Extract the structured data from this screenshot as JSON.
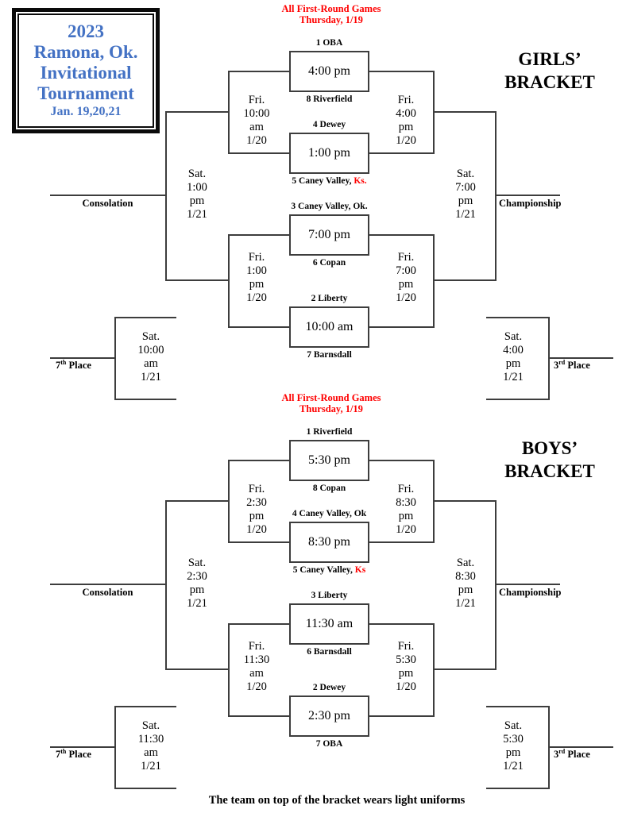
{
  "title_box": {
    "year": "2023",
    "city": "Ramona, Ok.",
    "line2": "Invitational",
    "line3": "Tournament",
    "dates": "Jan. 19,20,21"
  },
  "page": {
    "footer": "The team on top of the bracket wears light uniforms"
  },
  "colors": {
    "accent_blue": "#4472c4",
    "alert_red": "#ff0000",
    "line_gray": "#3d3d3d"
  },
  "girls": {
    "note": "All First-Round Games\nThursday, 1/19",
    "title": "GIRLS’\nBRACKET",
    "games": [
      {
        "top": "1 OBA",
        "time": "4:00 pm",
        "bottom": "8 Riverfield",
        "bottom_red": ""
      },
      {
        "top": "4 Dewey",
        "time": "1:00 pm",
        "bottom": "5 Caney Valley, ",
        "bottom_red": "Ks."
      },
      {
        "top": "3 Caney Valley, Ok.",
        "time": "7:00 pm",
        "bottom": "6 Copan",
        "bottom_red": ""
      },
      {
        "top": "2 Liberty",
        "time": "10:00 am",
        "bottom": "7 Barnsdall",
        "bottom_red": ""
      }
    ],
    "fri_left_top": "Fri.\n10:00\nam\n1/20",
    "fri_left_bottom": "Fri.\n1:00\npm\n1/20",
    "fri_right_top": "Fri.\n4:00\npm\n1/20",
    "fri_right_bottom": "Fri.\n7:00\npm\n1/20",
    "sat_consolation": "Sat.\n1:00\npm\n1/21",
    "sat_championship": "Sat.\n7:00\npm\n1/21",
    "sat_seventh": "Sat.\n10:00\nam\n1/21",
    "sat_third": "Sat.\n4:00\npm\n1/21",
    "consolation_label": "Consolation",
    "championship_label": "Championship",
    "seventh_label": {
      "num": "7",
      "sup": "th",
      "rest": " Place"
    },
    "third_label": {
      "num": "3",
      "sup": "rd",
      "rest": " Place"
    }
  },
  "boys": {
    "note": "All First-Round Games\nThursday, 1/19",
    "title": "BOYS’\nBRACKET",
    "games": [
      {
        "top": "1 Riverfield",
        "time": "5:30 pm",
        "bottom": "8 Copan",
        "bottom_red": ""
      },
      {
        "top": "4 Caney Valley, Ok",
        "time": "8:30 pm",
        "bottom": "5 Caney Valley, ",
        "bottom_red": "Ks"
      },
      {
        "top": "3 Liberty",
        "time": "11:30 am",
        "bottom": "6 Barnsdall",
        "bottom_red": ""
      },
      {
        "top": "2 Dewey",
        "time": "2:30 pm",
        "bottom": "7 OBA",
        "bottom_red": ""
      }
    ],
    "fri_left_top": "Fri.\n2:30\npm\n1/20",
    "fri_left_bottom": "Fri.\n11:30\nam\n1/20",
    "fri_right_top": "Fri.\n8:30\npm\n1/20",
    "fri_right_bottom": "Fri.\n5:30\npm\n1/20",
    "sat_consolation": "Sat.\n2:30\npm\n1/21",
    "sat_championship": "Sat.\n8:30\npm\n1/21",
    "sat_seventh": "Sat.\n11:30\nam\n1/21",
    "sat_third": "Sat.\n5:30\npm\n1/21",
    "consolation_label": "Consolation",
    "championship_label": "Championship",
    "seventh_label": {
      "num": "7",
      "sup": "th",
      "rest": " Place"
    },
    "third_label": {
      "num": "3",
      "sup": "rd",
      "rest": " Place"
    }
  }
}
